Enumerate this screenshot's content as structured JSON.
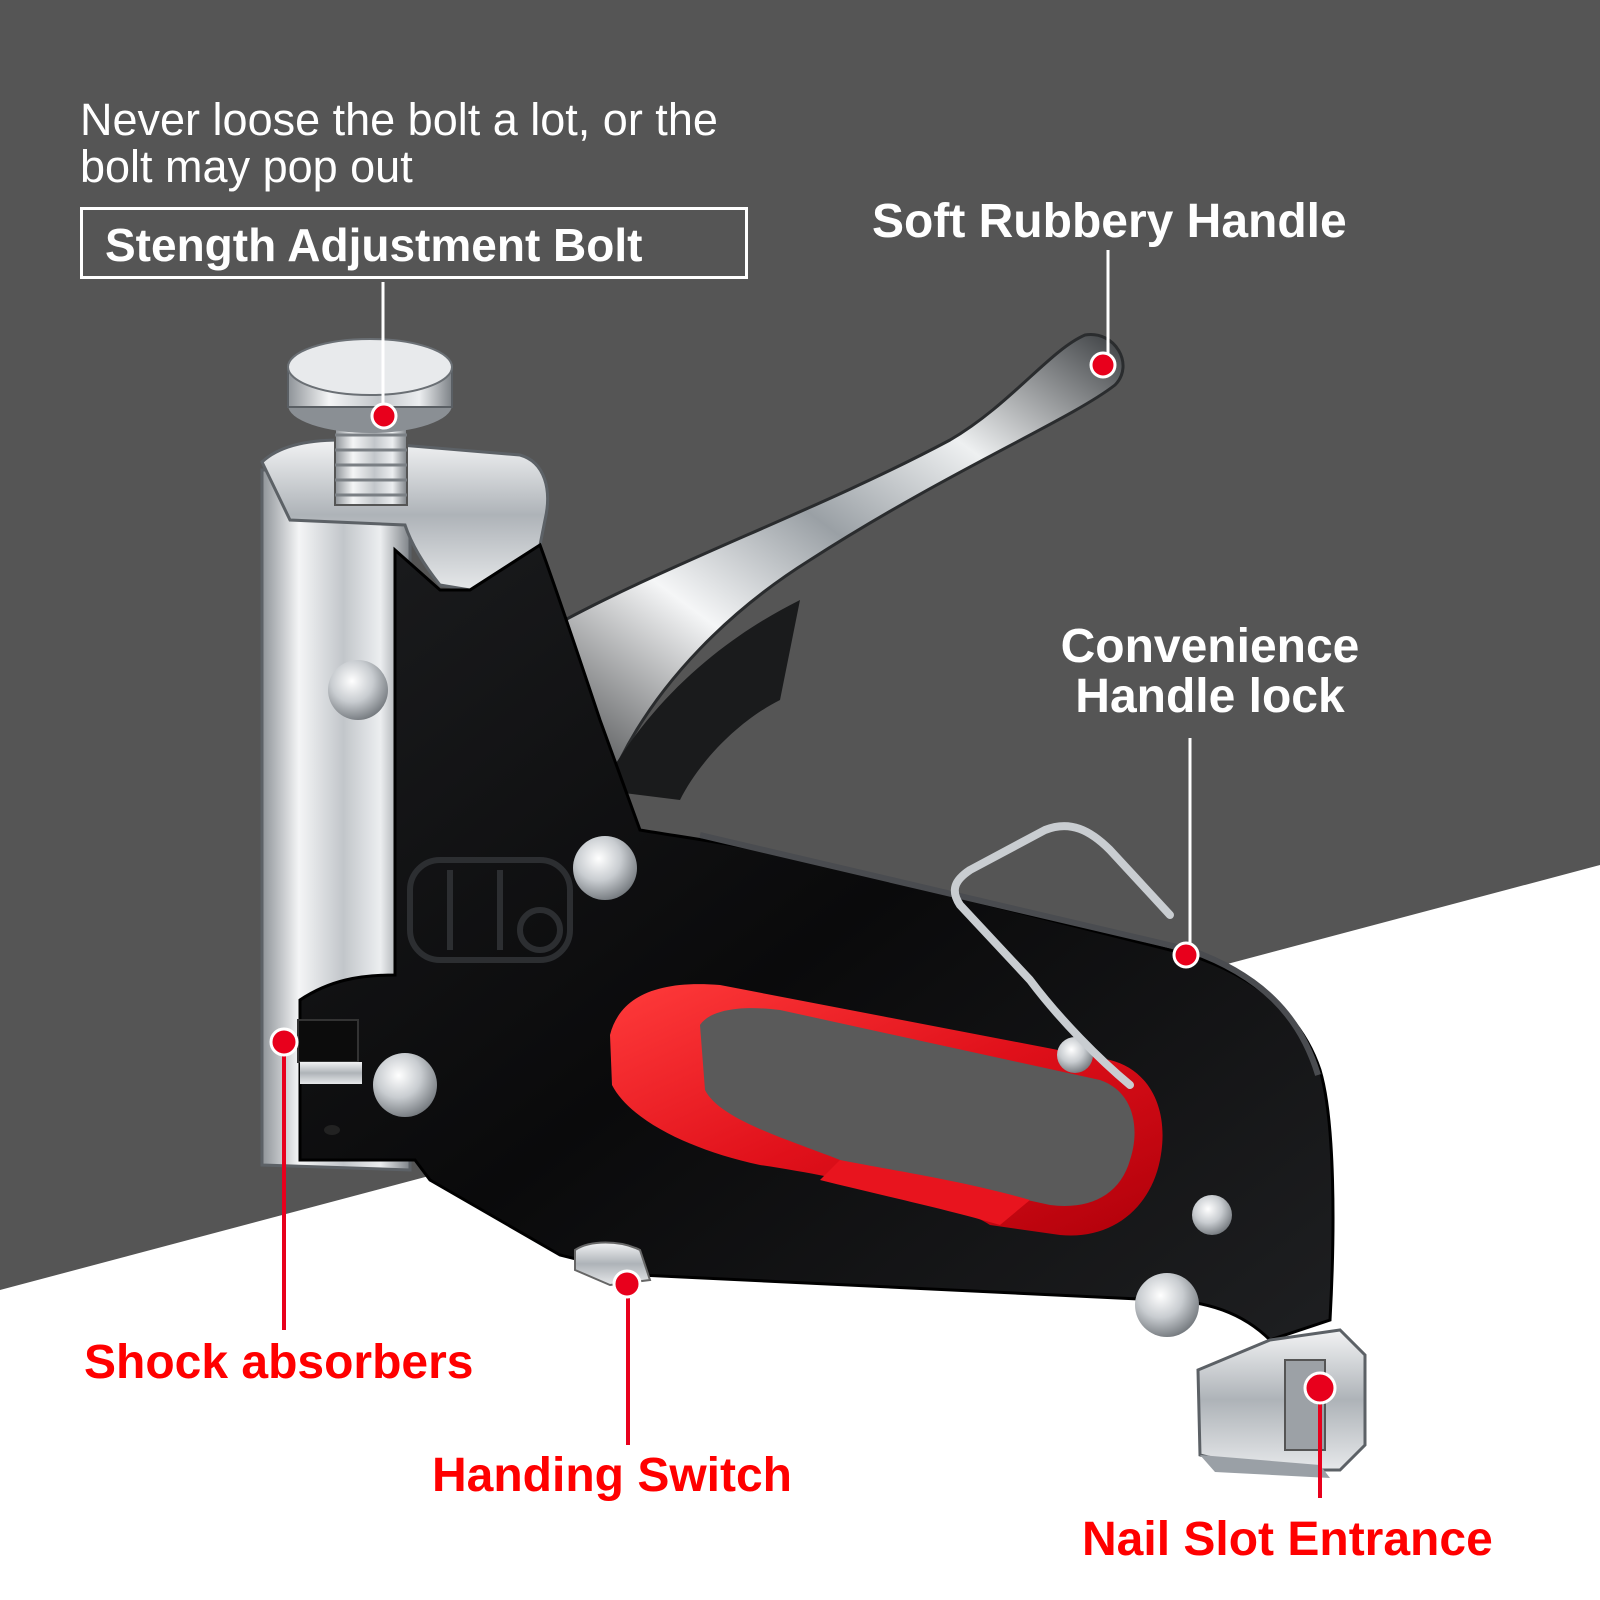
{
  "colors": {
    "background_dark": "#555555",
    "background_light": "#ffffff",
    "callout_white": "#ffffff",
    "callout_red": "#ff0000",
    "marker_red": "#e8001c",
    "stapler_body": "#111111",
    "grip_red": "#e8141e",
    "chrome": "#d4d7da"
  },
  "callouts": {
    "bolt_warning": "Never loose the bolt a lot, or the bolt may pop out",
    "adjustment_bolt": "Stength Adjustment Bolt",
    "soft_handle": "Soft Rubbery Handle",
    "handle_lock_line1": "Convenience",
    "handle_lock_line2": "Handle lock",
    "shock_absorbers": "Shock absorbers",
    "handing_switch": "Handing Switch",
    "nail_slot": "Nail Slot Entrance"
  },
  "icons": {
    "marker": "red-dot-marker"
  }
}
